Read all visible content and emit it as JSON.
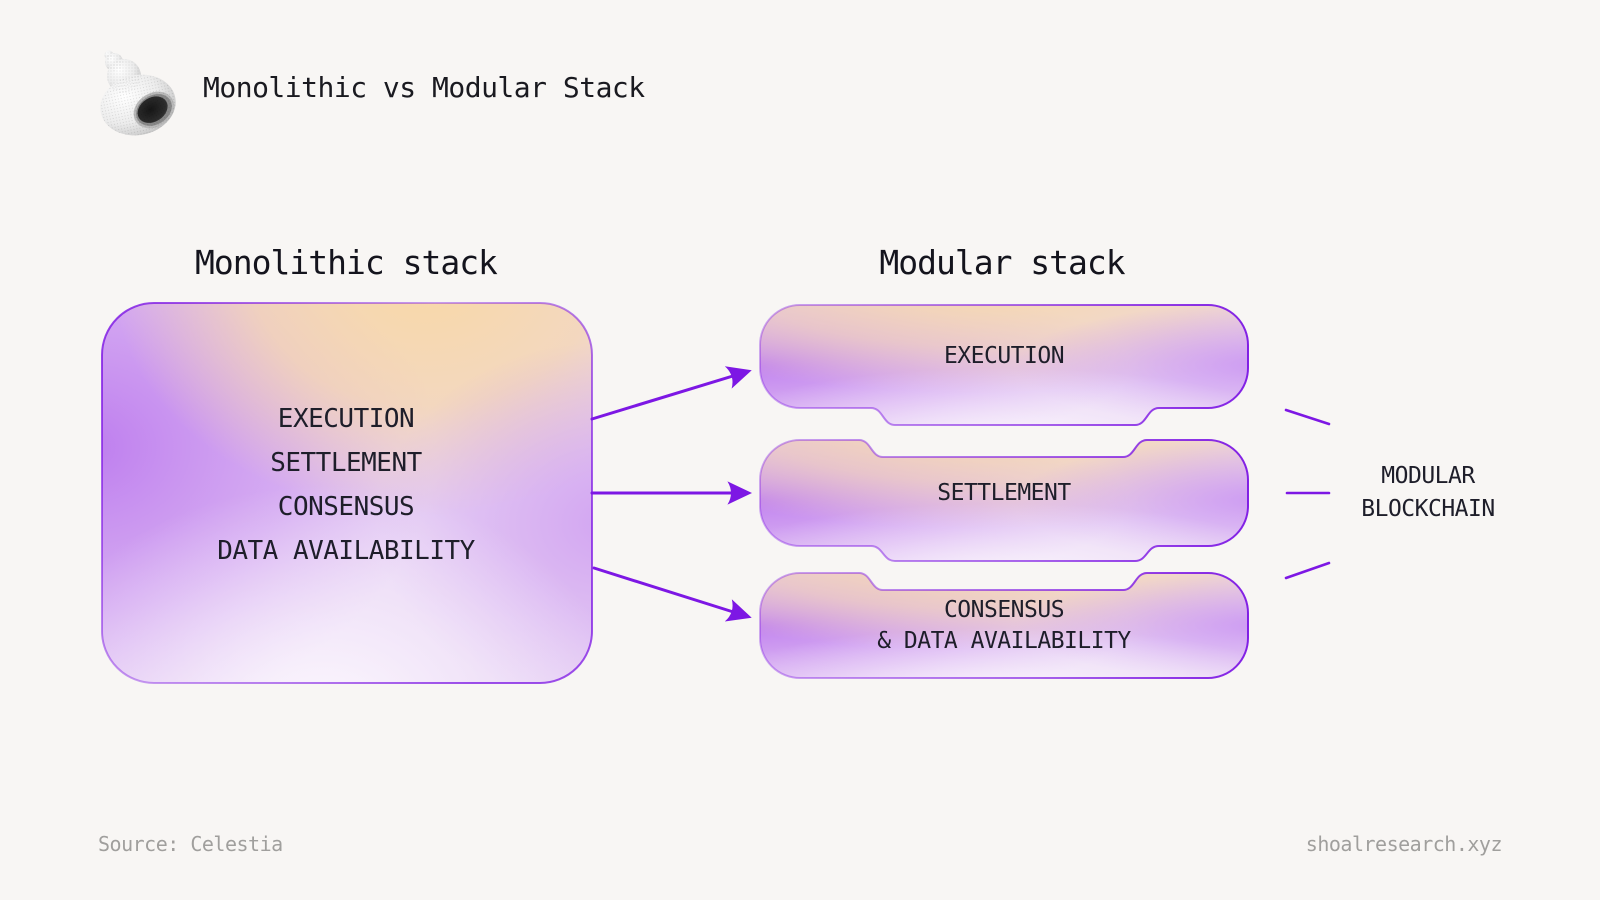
{
  "header": {
    "title": "Monolithic vs Modular Stack",
    "logo": "shell-icon"
  },
  "diagram": {
    "monolithic": {
      "title": "Monolithic stack",
      "layers": [
        "EXECUTION",
        "SETTLEMENT",
        "CONSENSUS",
        "DATA AVAILABILITY"
      ]
    },
    "modular": {
      "title": "Modular stack",
      "boxes": [
        {
          "lines": [
            "EXECUTION"
          ]
        },
        {
          "lines": [
            "SETTLEMENT"
          ]
        },
        {
          "lines": [
            "CONSENSUS",
            "& DATA AVAILABILITY"
          ]
        }
      ]
    },
    "right_label": {
      "lines": [
        "MODULAR",
        "BLOCKCHAIN"
      ]
    },
    "colors": {
      "background": "#f8f6f4",
      "accent_purple": "#7d17e4",
      "border_purple": "#8a2be2",
      "gradient_purple": "#c487ef",
      "gradient_peach": "#f6d9b0",
      "text_dark": "#1e1e2a",
      "text_gray": "#a09f9d"
    }
  },
  "footer": {
    "source": "Source: Celestia",
    "site": "shoalresearch.xyz"
  }
}
